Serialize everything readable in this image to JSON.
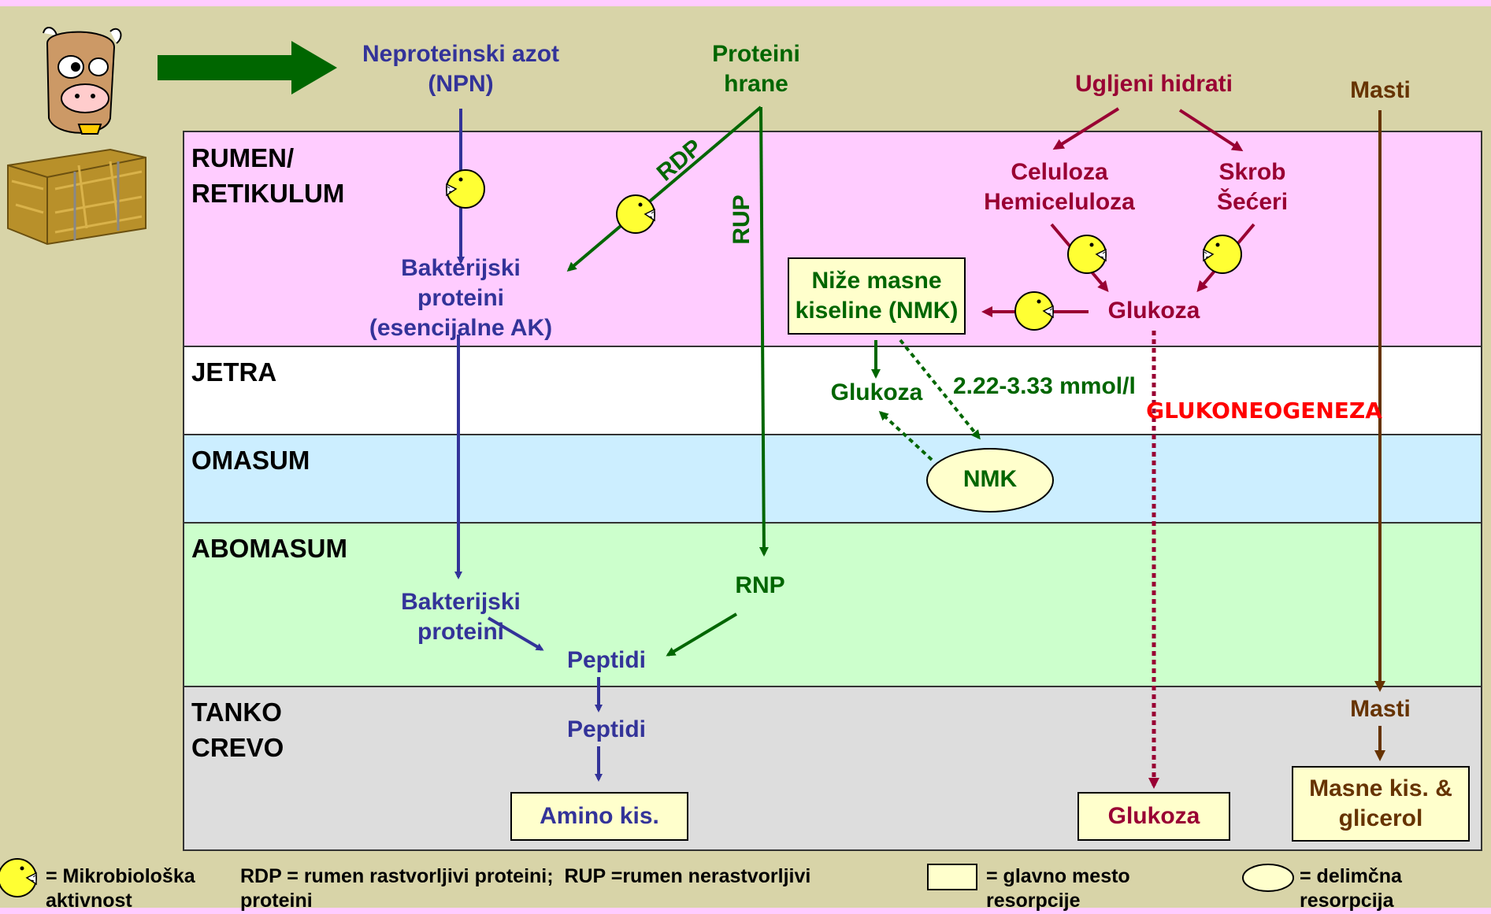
{
  "zones": {
    "rumen": "RUMEN/\nRETIKULUM",
    "jetra": "JETRA",
    "omasum": "OMASUM",
    "abomasum": "ABOMASUM",
    "tanko_crevo": "TANKO\nCREVO"
  },
  "nodes": {
    "npn": "Neproteinski azot\n(NPN)",
    "proteini_hrane": "Proteini\nhrane",
    "ugljeni_hidrati": "Ugljeni hidrati",
    "masti_top": "Masti",
    "celuloza": "Celuloza\nHemiceluloza",
    "skrob": "Skrob\nŠećeri",
    "bakterijski_rumen": "Bakterijski\nproteini\n(esencijalne AK)",
    "nize_masne": "Niže masne\nkiseline (NMK)",
    "glukoza_rumen": "Glukoza",
    "glukoza_jetra": "Glukoza",
    "mmol": "2.22-3.33 mmol/l",
    "glukoneogeneza": "GLUKONEOGENEZA",
    "nmk": "NMK",
    "rnp": "RNP",
    "bakterijski_abomasum": "Bakterijski\nproteini",
    "peptidi_1": "Peptidi",
    "peptidi_2": "Peptidi",
    "masti_crevo": "Masti",
    "amino": "Amino kis.",
    "glukoza_crevo": "Glukoza",
    "masne_kis": "Masne kis. &\nglicerol"
  },
  "edge_labels": {
    "rdp": "RDP",
    "rup": "RUP"
  },
  "legend": {
    "microbe": "= Mikrobiološka\naktivnost",
    "abbrev": "RDP = rumen rastvorljivi proteini;  RUP =rumen nerastvorljivi\nproteini",
    "main": "= glavno mesto\nresorpcije",
    "partial": "= delimčna\nresorpcija"
  },
  "colors": {
    "rumen": "#ffccff",
    "jetra": "#ffffff",
    "omasum": "#cceeff",
    "abomasum": "#ccffcc",
    "crevo": "#dddddd",
    "frame": "#ffccff",
    "blue": "#333399",
    "green": "#006600",
    "maroon": "#990033",
    "brown": "#663300"
  },
  "icons": [
    "cow-icon",
    "hay-bale-icon",
    "big-arrow-icon",
    "microbe-icon"
  ]
}
